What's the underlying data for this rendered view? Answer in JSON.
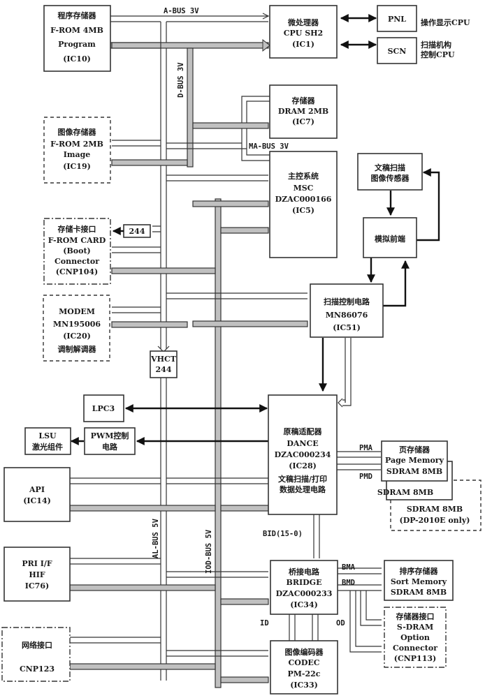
{
  "title": "Digital copier controller block diagram",
  "buses": {
    "a_bus": "A-BUS 3V",
    "d_bus": "D-BUS 3V",
    "ma_bus": "MA-BUS 3V",
    "al_bus": "AL-BUS 5V",
    "iod_bus": "IOD-BUS 5V",
    "bid": "BID(15-0)",
    "pma": "PMA",
    "pmd": "PMD",
    "bma": "BMA",
    "bmd": "BMD",
    "id": "ID",
    "od": "OD"
  },
  "blocks": {
    "program_rom": {
      "lines": [
        "程序存储器",
        "F-ROM 4MB",
        "Program",
        "(IC10)"
      ]
    },
    "image_rom": {
      "lines": [
        "图像存储器",
        "F-ROM 2MB",
        "Image",
        "(IC19)"
      ]
    },
    "card_connector": {
      "lines": [
        "存储卡接口",
        "F-ROM CARD",
        "(Boot)",
        "Connector",
        "(CNP104)"
      ]
    },
    "modem": {
      "lines": [
        "MODEM",
        "MN195006",
        "(IC20)",
        "调制解调器"
      ]
    },
    "buf_244": {
      "lines": [
        "244"
      ]
    },
    "vhct_244": {
      "lines": [
        "VHCT",
        "244"
      ]
    },
    "cpu": {
      "lines": [
        "微处理器",
        "CPU SH2",
        "(IC1)"
      ]
    },
    "pnl": {
      "lines": [
        "PNL"
      ],
      "note": "操作显示CPU"
    },
    "scn": {
      "lines": [
        "SCN"
      ],
      "note_lines": [
        "扫描机构",
        "控制CPU"
      ]
    },
    "dram": {
      "lines": [
        "存储器",
        "DRAM 2MB",
        "(IC7)"
      ]
    },
    "msc": {
      "lines": [
        "主控系统",
        "MSC",
        "DZAC000166",
        "(IC5)"
      ]
    },
    "image_sensor": {
      "lines": [
        "文稿扫描",
        "图像传感器"
      ]
    },
    "afe": {
      "lines": [
        "模拟前端"
      ]
    },
    "scan_ctrl": {
      "lines": [
        "扫描控制电路",
        "MN86076",
        "(IC51)"
      ]
    },
    "lpc3": {
      "lines": [
        "LPC3"
      ]
    },
    "pwm": {
      "lines": [
        "PWM控制",
        "电路"
      ]
    },
    "lsu": {
      "lines": [
        "LSU",
        "激光组件"
      ]
    },
    "dance": {
      "lines": [
        "原稿适配器",
        "DANCE",
        "DZAC000234",
        "(IC28)",
        "文稿扫描/打印",
        "数据处理电路"
      ]
    },
    "page_mem": {
      "lines": [
        "页存储器",
        "Page Memory",
        "SDRAM 8MB"
      ]
    },
    "page_mem_2": {
      "lines": [
        "SDRAM 8MB"
      ]
    },
    "page_mem_3": {
      "lines": [
        "SDRAM 8MB",
        "(DP-2010E only)"
      ]
    },
    "api": {
      "lines": [
        "API",
        "(IC14)"
      ]
    },
    "pri_if": {
      "lines": [
        "PRI I/F",
        "HIF",
        "IC76)"
      ]
    },
    "network": {
      "lines": [
        "网络接口",
        "",
        "CNP123"
      ]
    },
    "bridge": {
      "lines": [
        "桥接电路",
        "BRIDGE",
        "DZAC000233",
        "(IC34)"
      ]
    },
    "codec": {
      "lines": [
        "图像编码器",
        "CODEC",
        "PM-22c",
        "(IC33)"
      ]
    },
    "sort_mem": {
      "lines": [
        "排序存储器",
        "Sort Memory",
        "SDRAM 8MB"
      ]
    },
    "sdram_opt": {
      "lines": [
        "存储器接口",
        "S-DRAM",
        "Option",
        "Connector",
        "(CNP113)"
      ]
    }
  },
  "colors": {
    "bus_fill": "#c0c0c0",
    "stroke": "#333333",
    "background": "#ffffff"
  }
}
